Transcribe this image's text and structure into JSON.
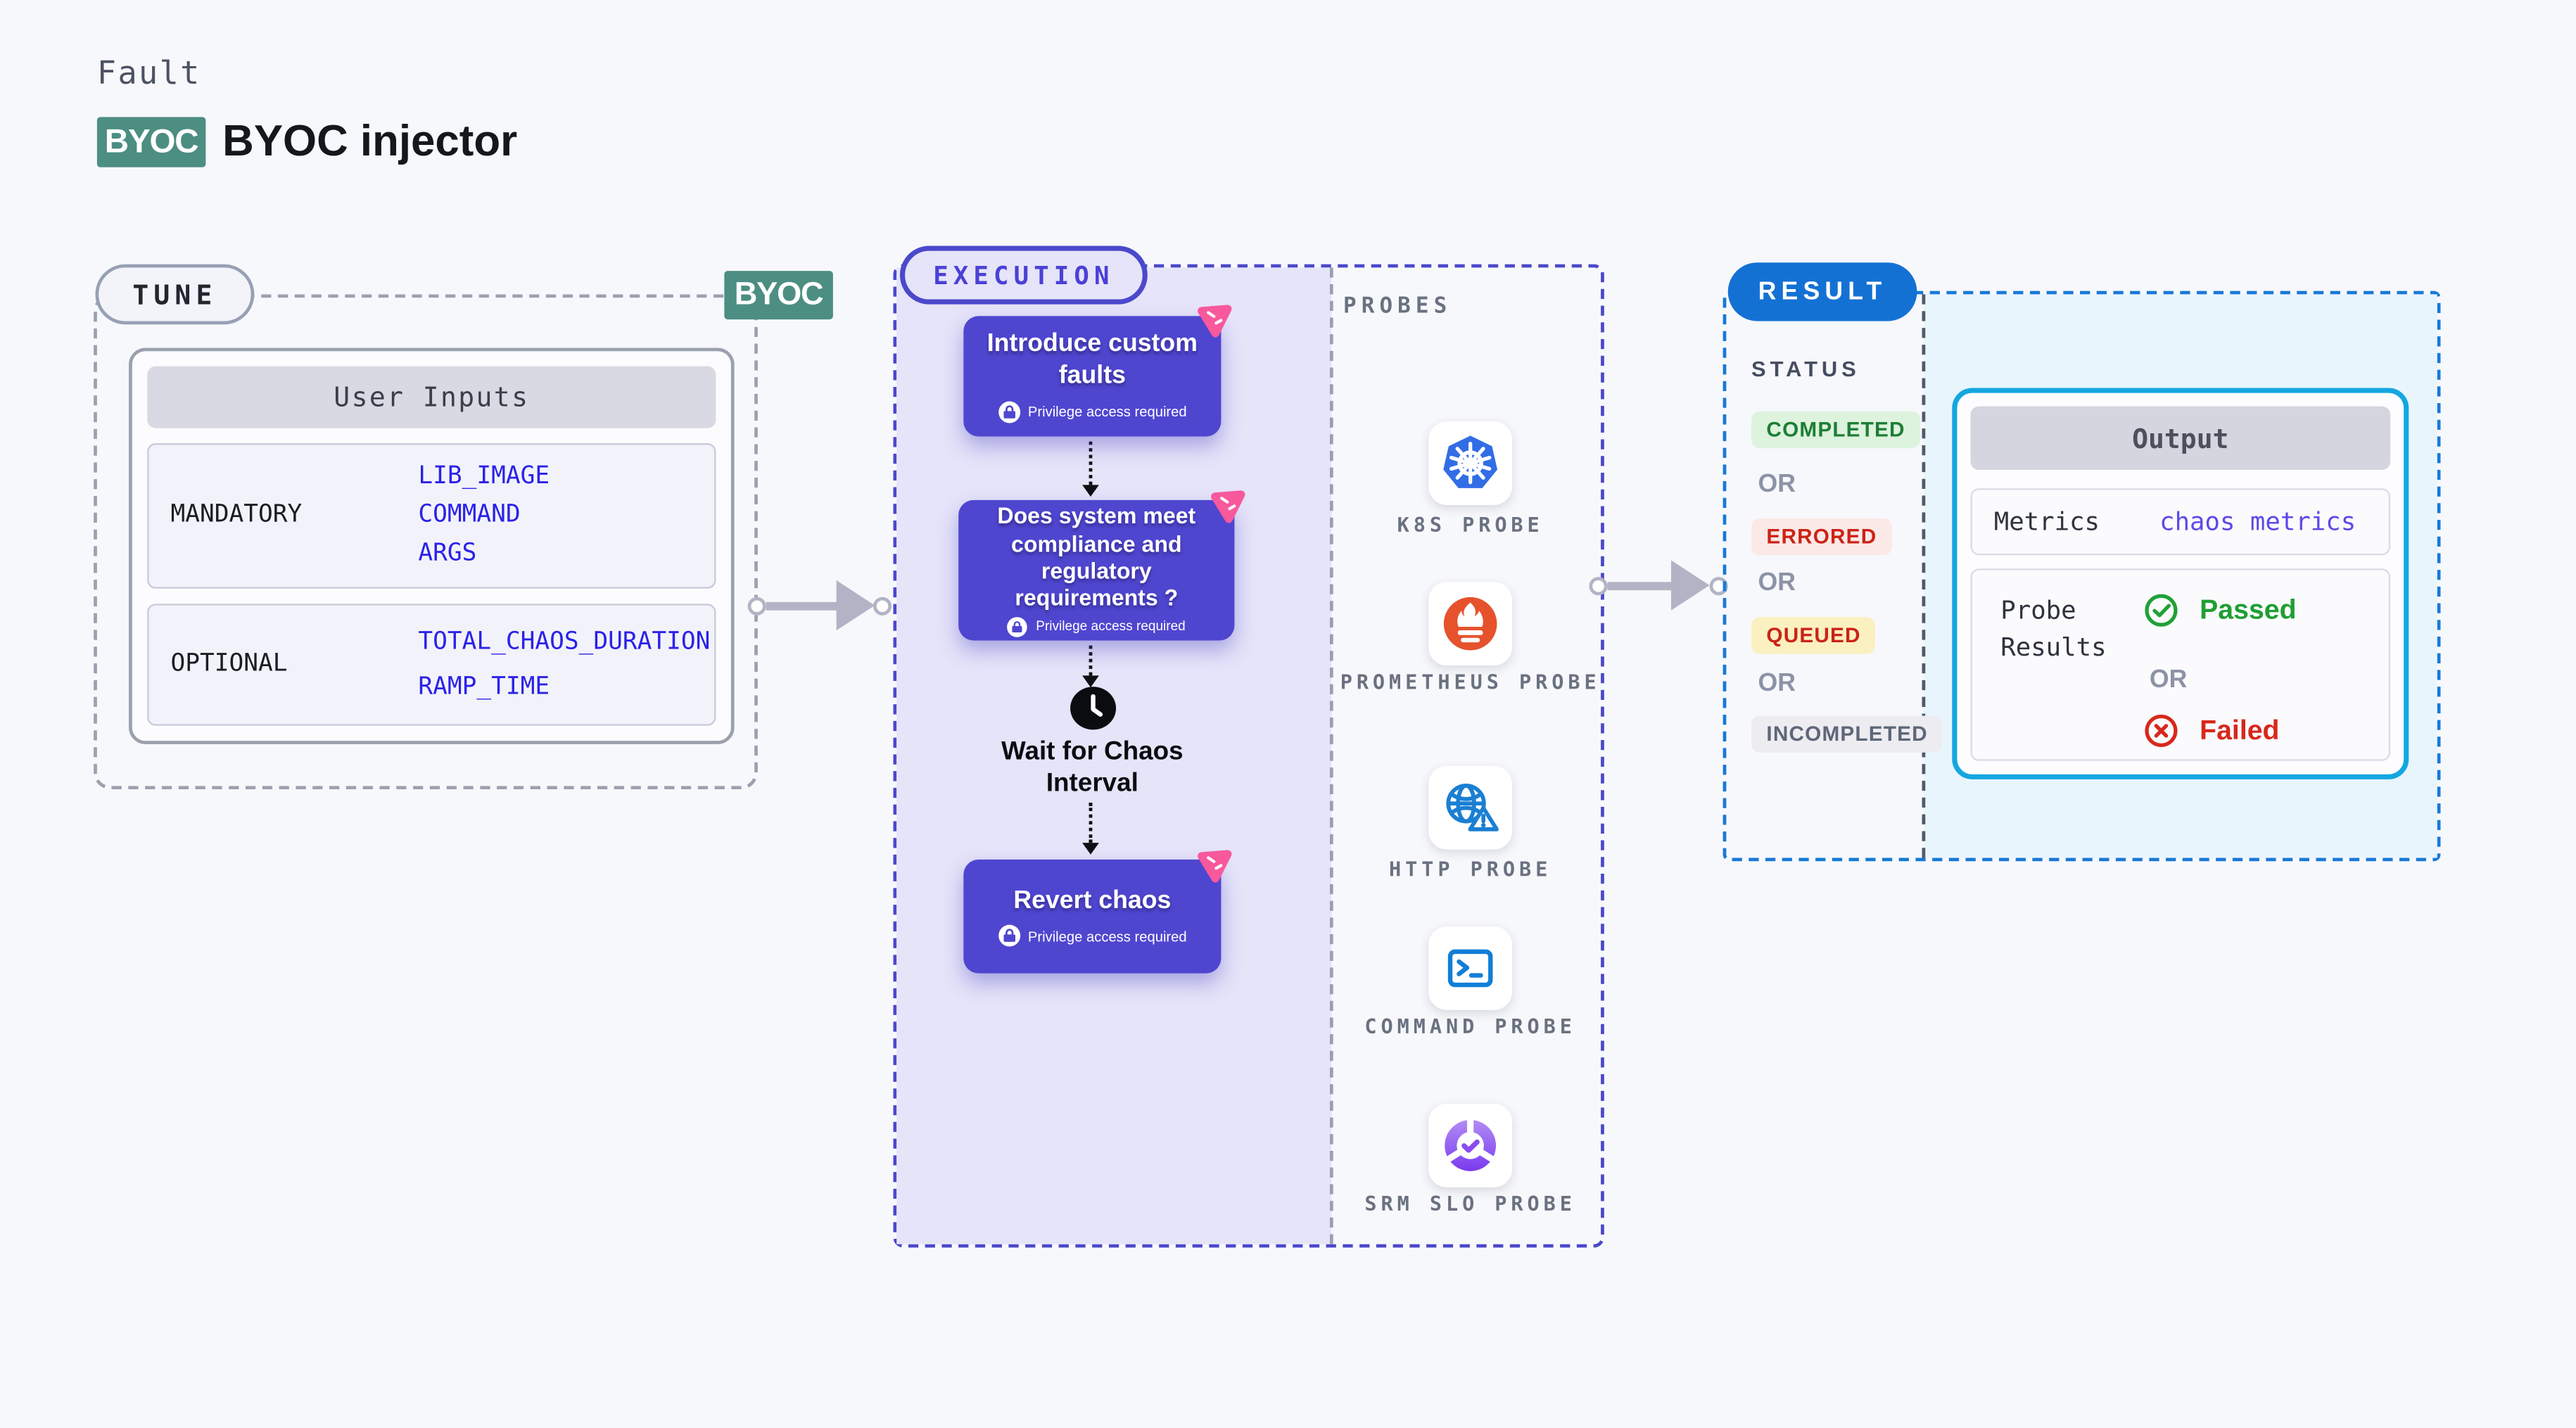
{
  "header": {
    "kicker": "Fault",
    "badge": "BYOC",
    "title": "BYOC injector"
  },
  "tune": {
    "label": "TUNE",
    "corner_badge": "BYOC",
    "card_title": "User Inputs",
    "rows": [
      {
        "label": "MANDATORY",
        "values": [
          "LIB_IMAGE",
          "COMMAND",
          "ARGS"
        ]
      },
      {
        "label": "OPTIONAL",
        "values": [
          "TOTAL_CHAOS_DURATION",
          "RAMP_TIME"
        ]
      }
    ]
  },
  "execution": {
    "label": "EXECUTION",
    "privilege": "Privilege access required",
    "steps": [
      {
        "title": "Introduce custom faults"
      },
      {
        "title": "Does system meet compliance and regulatory requirements ?"
      },
      {
        "title": "Wait for Chaos Interval"
      },
      {
        "title": "Revert chaos"
      }
    ]
  },
  "probes": {
    "label": "PROBES",
    "items": [
      {
        "name": "K8S PROBE",
        "icon": "kubernetes-icon"
      },
      {
        "name": "PROMETHEUS PROBE",
        "icon": "prometheus-icon"
      },
      {
        "name": "HTTP PROBE",
        "icon": "globe-warning-icon"
      },
      {
        "name": "COMMAND PROBE",
        "icon": "terminal-icon"
      },
      {
        "name": "SRM SLO PROBE",
        "icon": "slo-donut-check-icon"
      }
    ]
  },
  "result": {
    "label": "RESULT",
    "status_label": "STATUS",
    "or_label": "OR",
    "statuses": [
      {
        "label": "COMPLETED"
      },
      {
        "label": "ERRORED"
      },
      {
        "label": "QUEUED"
      },
      {
        "label": "INCOMPLETED"
      }
    ],
    "output": {
      "title": "Output",
      "metrics_label": "Metrics",
      "metrics_value": "chaos metrics",
      "probe_results_label": "Probe Results",
      "passed_label": "Passed",
      "failed_label": "Failed"
    }
  },
  "colors": {
    "page_bg": "#f7f8fb",
    "teal_badge": "#4d8e82",
    "value_blue": "#2b22e8",
    "exec_accent": "#4b48cb",
    "step_purple": "#4f46d0",
    "chaos_pink": "#f8589c",
    "result_blue": "#1471d4",
    "output_border_cyan": "#14a7e0",
    "passed_green": "#1f9e33",
    "failed_red": "#d7281c"
  }
}
